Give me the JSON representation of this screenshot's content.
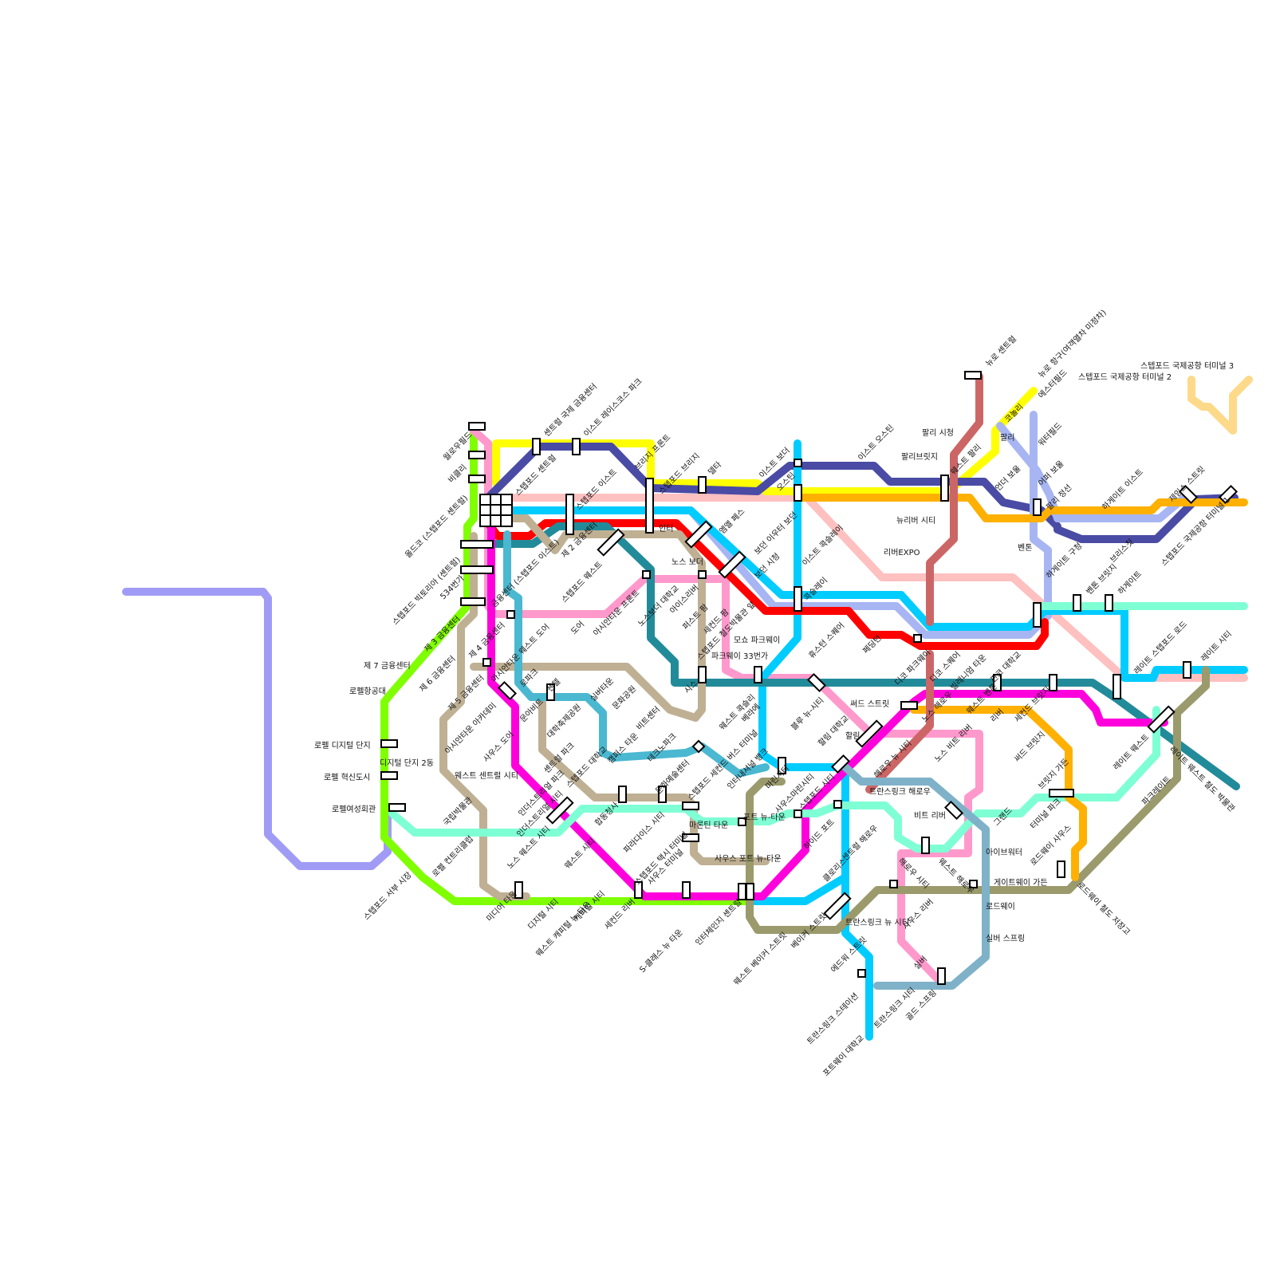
{
  "map": {
    "colors": {
      "lavender": "#a09cf5",
      "lime": "#7fff00",
      "pink": "#ff99cc",
      "pink_light": "#ffc0c0",
      "yellow": "#ffff00",
      "navy": "#4a4ba4",
      "periwinkle": "#a7b6f2",
      "cyan": "#00ccff",
      "red": "#ff0000",
      "teal": "#228b9a",
      "tan": "#bfb094",
      "magenta": "#ff00dd",
      "aqua": "#7fffd4",
      "olive": "#9a9a6c",
      "orange": "#ffb000",
      "brick": "#cc6666",
      "steel": "#7fb2c8",
      "sky": "#4ab8d0",
      "peach": "#fdd98a"
    },
    "labels": {
      "s01": "월로우필드",
      "s02": "비클리",
      "s03": "올드코 (스텝포드 센트럴)",
      "s04": "스텝포드 빅토리아 (센트럴)",
      "s05": "534번가",
      "s06": "제 3 금융센터",
      "s07": "제 7 금융센터",
      "s08": "로펠항공대",
      "s09": "제 6 금융센터",
      "s10": "로펠 디지털 단지",
      "s11": "디지털 단지 2동",
      "s12": "로펠 혁신도시",
      "s13": "로펠여성회관",
      "s14": "스텝포드 서부 시장",
      "s15": "로펠 컨트리클럽",
      "s16": "국립박물관",
      "s17": "제 5 금융센터",
      "s18": "제 4 금융센터",
      "s19": "아시안타운 아카데미",
      "s20": "센트럴 국제 금융센터",
      "s21": "이스트 레이스코스 파크",
      "s22": "스텝포드 센트럴",
      "s23": "스텝포드 이스트",
      "s24": "브리지 프론트",
      "s25": "스텝포드 브리지",
      "s26": "델타",
      "s27": "제 2 금융센터",
      "s28": "금융센터 (스텝포드 이스트)",
      "s29": "아시안타운 웨스트 도어",
      "s30": "스텝포드 웨스트",
      "s31": "도어",
      "s32": "아시안타운 프론트",
      "s33": "노스보더 대학교",
      "s34": "인터",
      "s35": "엠엘 페스",
      "s36": "노스 보더",
      "s37": "아이스리버",
      "s38": "퍼스트 팜",
      "s39": "세컨드 팜",
      "s40": "스텝포드 철도박물관 앞",
      "s41": "이스트 보더",
      "s42": "오스틴",
      "s43": "보던 이우터 보던",
      "s44": "보던 시청",
      "s45": "이스트 오스틴",
      "s46": "이스트 콕슬레이",
      "s47": "콕슬레이",
      "s48": "모쇼 파크웨이",
      "s49": "휴스턴 스퀘어",
      "s50": "파크웨이 33번가",
      "s51": "시스",
      "s52": "비트센터",
      "s53": "문화공원",
      "s54": "실버타운",
      "s55": "센텔",
      "s56": "로파크",
      "s57": "대학축제공원",
      "s58": "문아비트",
      "s59": "사우스 도어",
      "s60": "웨스트 센트럴 시티",
      "s61": "인더스트리얼 파크",
      "s62": "센트럴 파크",
      "s63": "스텝포드 대학교",
      "s64": "캠퍼스 타운",
      "s65": "테크노파크",
      "s66": "문화예술센터",
      "s67": "스텝포드 세컨드 버스 터미널",
      "s68": "웨스트 콕슬리",
      "s69": "베라에",
      "s70": "블루 뉴-시티",
      "s71": "인터내셔널 뱅크",
      "s72": "팔리 시청",
      "s73": "팔리브릿지",
      "s74": "뉴리버 시티",
      "s75": "리버EXPO",
      "s76": "뉴로 센트럴",
      "s77": "뉴로 항구(여객열차 미정차)",
      "s78": "웨스트 팔리",
      "s79": "코놀리",
      "s80": "언더 보울",
      "s81": "팔리",
      "s82": "에스터필드",
      "s83": "워터필드",
      "s84": "어퍼 보울",
      "s85": "팔리 정선",
      "s86": "스텝포드 국제공항 터미널 2",
      "s87": "스텝포드 국제공항 터미널 3",
      "s88": "하게이트 이스트",
      "s89": "제임스 스트릿",
      "s90": "스텝포드 국제공항 터미널 1",
      "s91": "하게이트 구청",
      "s92": "브리스칫",
      "s93": "벤톤",
      "s94": "벤톤 브릿지",
      "s95": "하게이트",
      "s96": "레이트 스텝포드 로드",
      "s97": "레이트 시티",
      "s98": "페딩턴",
      "s99": "디코 파크웨이",
      "s100": "디코 스퀘어",
      "s101": "빌레니엄 타운",
      "s102": "판코 대학교",
      "s103": "써드 스트릿",
      "s104": "노스 해로우",
      "s105": "웨스트 벤톤",
      "s106": "리버",
      "s107": "세컨드 브릿지",
      "s108": "써드 브릿지",
      "s109": "브릿지 가든",
      "s110": "레이트 웨스트",
      "s111": "레이트 웨스트 철도 박물관",
      "s112": "파크레이트",
      "s113": "할림 대학교",
      "s114": "할림",
      "s115": "해로우 뉴 시티",
      "s116": "노스 비트 리버",
      "s117": "트란스링크 해로우",
      "s118": "비트 리버",
      "s119": "그랜드",
      "s120": "터미널 파크",
      "s121": "로드웨이 사우스",
      "s122": "게이트웨이 가든",
      "s123": "로드웨이 철도 저장고",
      "s124": "아이브워터",
      "s125": "로드웨이",
      "s126": "실버 스프링",
      "s127": "골드 스프링",
      "s128": "실버",
      "s129": "사우스 리버",
      "s130": "해로우 시티",
      "s131": "웨스트 해로우",
      "s132": "센트럴 해로우",
      "s133": "트란스링크 뉴 시티",
      "s134": "트란스링크 시티",
      "s135": "트란스링크 스테이션",
      "s136": "포트웨이 대학교",
      "s137": "에드워 스트릿",
      "s138": "베이커 스트릿",
      "s139": "웨스트 베이커 스트릿",
      "s140": "인터체인지 센트럴",
      "s141": "하이드 포트",
      "s142": "클로리스",
      "s143": "스텝포드 시티",
      "s144": "사우스마린시티",
      "s145": "마린시티",
      "s146": "포트 뉴-타운",
      "s147": "마론틴 타운",
      "s148": "사우스 포트 뉴-타운",
      "s149": "스텝포드 택시 터미널",
      "s150": "사우스 터미널",
      "s151": "파라다이스 시티",
      "s152": "S-클래스 뉴 타운",
      "s153": "세컨드 리버",
      "s154": "웨스트 캐피털 뉴 타운",
      "s155": "캐피털 시티",
      "s156": "디지털 시티",
      "s157": "미디어 타운",
      "s158": "노스 웨스트 시티",
      "s159": "웨스트 시티",
      "s160": "합동청사",
      "s161": "인더스트리얼 시티"
    }
  }
}
